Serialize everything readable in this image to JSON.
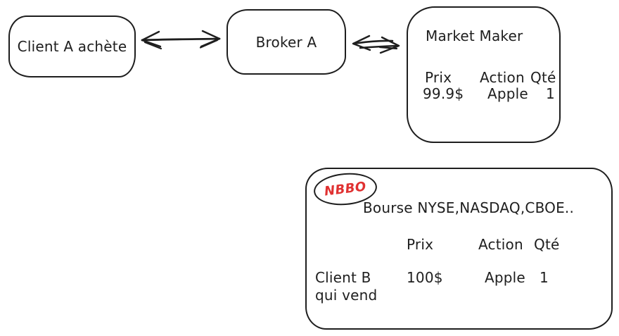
{
  "colors": {
    "ink": "#1e1e1e",
    "nbbo_red": "#e03131",
    "background": "#ffffff"
  },
  "client_a": {
    "label": "Client A achète"
  },
  "broker_a": {
    "label": "Broker A"
  },
  "market_maker": {
    "title": "Market Maker",
    "headers": {
      "prix": "Prix",
      "action": "Action",
      "qte": "Qté"
    },
    "quote": {
      "prix": "99.9$",
      "action": "Apple",
      "qte": "1"
    }
  },
  "nbbo": {
    "badge": "NBBO",
    "exchanges": "Bourse NYSE,NASDAQ,CBOE..",
    "headers": {
      "prix": "Prix",
      "action": "Action",
      "qte": "Qté"
    },
    "order": {
      "client_line1": "Client B",
      "client_line2": "qui vend",
      "prix": "100$",
      "action": "Apple",
      "qte": "1"
    }
  }
}
